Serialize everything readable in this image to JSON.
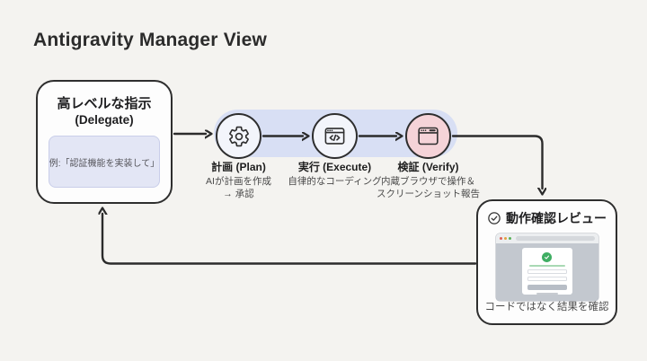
{
  "title": "Antigravity Manager View",
  "delegate_box": {
    "heading": "高レベルな指示",
    "subheading": "(Delegate)",
    "example_text": "例:「認証機能を実装して」"
  },
  "pipeline": {
    "steps": [
      {
        "label": "計画 (Plan)",
        "icon": "gear-icon",
        "desc1": "AIが計画を作成",
        "desc2": "→ 承認"
      },
      {
        "label": "実行 (Execute)",
        "icon": "code-window-icon",
        "desc1": "自律的なコーディング",
        "desc2": ""
      },
      {
        "label": "検証 (Verify)",
        "icon": "browser-icon",
        "desc1": "内蔵ブラウザで操作＆",
        "desc2": "スクリーンショット報告"
      }
    ]
  },
  "review_box": {
    "heading": "動作確認レビュー",
    "caption": "コードではなく結果を確認"
  },
  "colors": {
    "background": "#f4f3f0",
    "box_border": "#2e2e2e",
    "pipeline_band": "#d8dff4",
    "step_circle_fill": "#f3f5fb",
    "verify_circle_fill": "#f5d3d8",
    "example_fill": "#e3e6f5",
    "success_green": "#3fae63",
    "arrow": "#2b2b2b"
  }
}
